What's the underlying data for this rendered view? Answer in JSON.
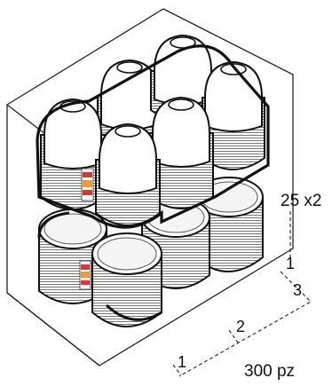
{
  "diagram": {
    "stack_label": "25 x2",
    "dimension_height": "1",
    "dimension_depth": "3",
    "dimension_width_middle": "2",
    "dimension_width_front": "1",
    "total_pieces": "300 pz"
  },
  "colors": {
    "line": "#111111",
    "fill": "#ffffff",
    "rim": "#e8e8e8",
    "label_red": "#d23a3a",
    "label_orange": "#e89a3c"
  }
}
